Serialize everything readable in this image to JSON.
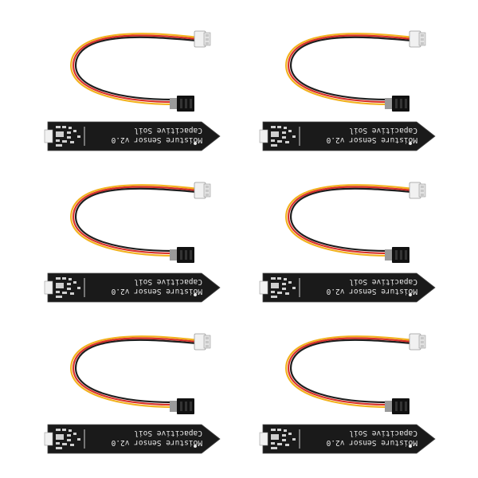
{
  "product": {
    "board_line1": "Capacitive Soil",
    "board_line2": "Moisture Sensor v2.0",
    "quantity_shown": 6
  },
  "kits": [
    {
      "id": "kit-1"
    },
    {
      "id": "kit-2"
    },
    {
      "id": "kit-3"
    },
    {
      "id": "kit-4"
    },
    {
      "id": "kit-5"
    },
    {
      "id": "kit-6"
    }
  ],
  "colors": {
    "background": "#ffffff",
    "pcb": "#1a1a1a",
    "pcb_text": "#e8e8e8",
    "wire_yellow": "#f2b21e",
    "wire_red": "#d8302a",
    "wire_black": "#1e1e1e",
    "connector_white": "#f1f1f1",
    "dupont_black": "#111111"
  }
}
